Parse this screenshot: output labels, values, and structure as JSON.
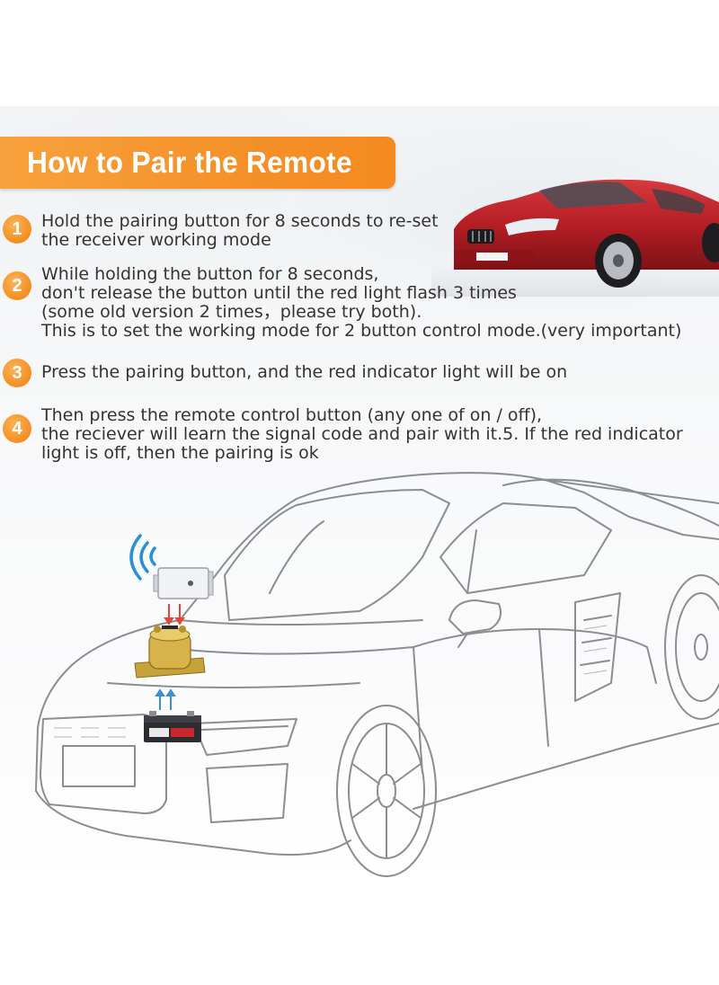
{
  "title": "How to Pair the Remote",
  "steps": [
    {
      "number": "1",
      "lines": [
        "Hold the pairing button for 8 seconds to re-set",
        "the receiver working mode"
      ]
    },
    {
      "number": "2",
      "lines": [
        "While holding the button for 8 seconds,",
        "don't release the button until the red light flash 3 times",
        "(some old version 2 times，please try both).",
        "This is to set the working mode for 2 button control mode.(very important)"
      ]
    },
    {
      "number": "3",
      "lines": [
        "Press the pairing button, and the red indicator light will be on"
      ]
    },
    {
      "number": "4",
      "lines": [
        "Then press the remote control button (any one of on / off),",
        "the reciever will learn the signal code and pair with it.5. If the red indicator",
        "light is off, then the pairing is ok"
      ]
    }
  ],
  "colors": {
    "accent": "#f5922a",
    "text": "#333333",
    "red_car": "#b31d22",
    "wifi": "#2b8fd6"
  },
  "icons": {
    "wifi": "wifi-signal-icon",
    "arrows_red": "red-down-arrows-icon",
    "arrows_blue": "blue-up-arrows-icon"
  }
}
